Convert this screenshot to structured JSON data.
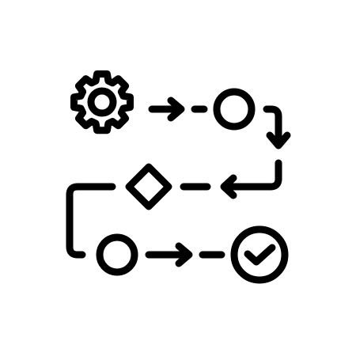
{
  "icon": {
    "name": "workflow-process-icon",
    "stroke_color": "#000000",
    "background_color": "#ffffff",
    "nodes": [
      {
        "id": "gear",
        "icon": "gear-icon"
      },
      {
        "id": "step-circle-top",
        "icon": "circle-node-icon"
      },
      {
        "id": "decision-diamond",
        "icon": "diamond-decision-icon"
      },
      {
        "id": "step-circle-bottom",
        "icon": "circle-node-icon"
      },
      {
        "id": "done",
        "icon": "check-circle-icon"
      }
    ]
  }
}
